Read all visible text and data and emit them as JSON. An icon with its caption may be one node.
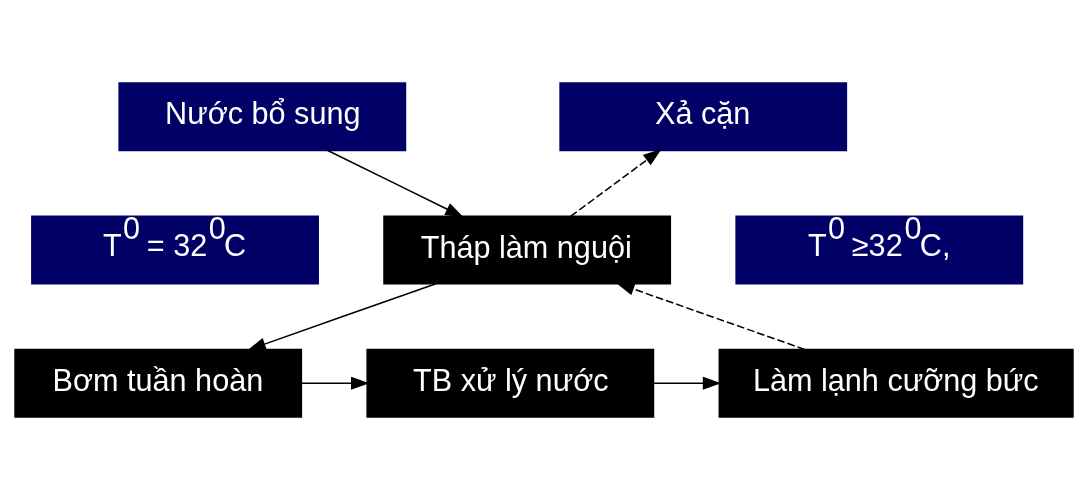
{
  "diagram": {
    "nodes": [
      {
        "text": [
          "Nước bổ sung"
        ]
      },
      {
        "text": [
          "Xả cặn"
        ]
      },
      {
        "text": [
          "Tháp làm nguội"
        ]
      },
      {
        "text": [
          "T$^{0}$ = 32$^{0}$C"
        ]
      },
      {
        "text": [
          "T$^{0}$ ≥32$^{0}$C,"
        ]
      },
      {
        "text": [
          "Bơm tuần hoàn"
        ]
      },
      {
        "text": [
          "TB xử lý nước"
        ]
      },
      {
        "text": [
          "Làm lạnh cưỡng bức"
        ]
      }
    ],
    "edges": [
      {
        "from": 0,
        "to": 2,
        "arrow": "to"
      },
      {
        "from": 2,
        "to": 1,
        "arrow": "to",
        "style": "dashed"
      },
      {
        "from": 2,
        "to": 5,
        "arrow": "to"
      },
      {
        "from": 5,
        "to": 6,
        "arrow": "to"
      },
      {
        "from": 6,
        "to": 7,
        "arrow": "to"
      },
      {
        "from": 7,
        "to": 2,
        "arrow": "to",
        "style": "dashed"
      }
    ]
  }
}
